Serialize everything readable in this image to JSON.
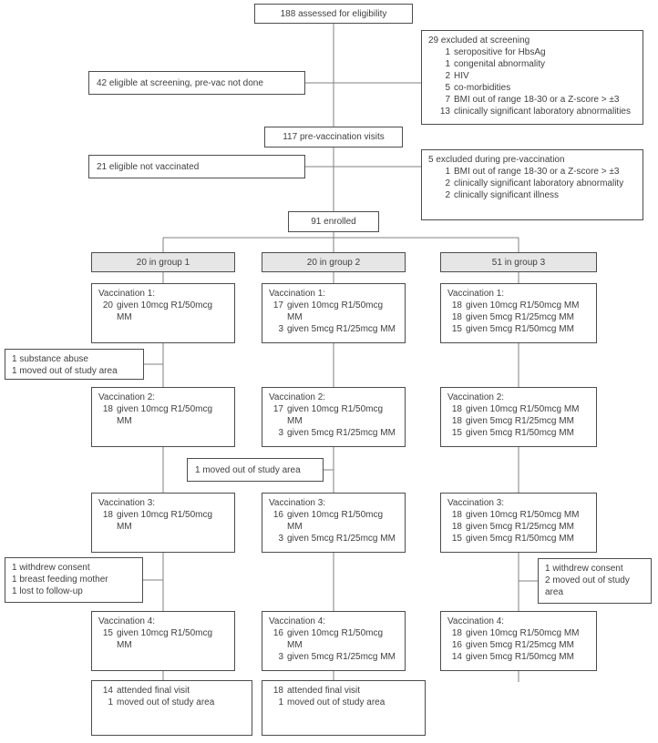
{
  "colors": {
    "box_border": "#4d4d4d",
    "line": "#828282",
    "header_fill": "#e6e6e6",
    "text": "#3f3f3f",
    "background": "#ffffff"
  },
  "top": {
    "assessed": "188 assessed for eligibility",
    "prevac_visits": "117 pre-vaccination visits",
    "enrolled": "91 enrolled"
  },
  "side_left": {
    "eligible_screening": "42 eligible at screening, pre-vac not done",
    "eligible_not_vaccinated": "21 eligible not vaccinated"
  },
  "exclusions": {
    "screening": {
      "title": "29 excluded at screening",
      "items": [
        {
          "n": "1",
          "label": "seropositive for HbsAg"
        },
        {
          "n": "1",
          "label": "congenital abnormality"
        },
        {
          "n": "2",
          "label": "HIV"
        },
        {
          "n": "5",
          "label": "co-morbidities"
        },
        {
          "n": "7",
          "label": "BMI out of range 18-30 or a Z-score > ±3"
        },
        {
          "n": "13",
          "label": "clinically significant laboratory abnormalities"
        }
      ]
    },
    "prevaccination": {
      "title": "5 excluded during pre-vaccination",
      "items": [
        {
          "n": "1",
          "label": "BMI out of range 18-30 or a Z-score > ±3"
        },
        {
          "n": "2",
          "label": "clinically significant laboratory abnormality"
        },
        {
          "n": "2",
          "label": "clinically significant illness"
        }
      ]
    }
  },
  "groups": [
    {
      "header": "20 in group 1",
      "vaccinations": [
        {
          "title": "Vaccination 1:",
          "doses": [
            {
              "n": "20",
              "label": "given 10mcg R1/50mcg MM"
            }
          ]
        },
        {
          "title": "Vaccination 2:",
          "doses": [
            {
              "n": "18",
              "label": "given 10mcg R1/50mcg MM"
            }
          ]
        },
        {
          "title": "Vaccination 3:",
          "doses": [
            {
              "n": "18",
              "label": "given 10mcg R1/50mcg MM"
            }
          ]
        },
        {
          "title": "Vaccination 4:",
          "doses": [
            {
              "n": "15",
              "label": "given 10mcg R1/50mcg MM"
            }
          ]
        }
      ],
      "final": [
        {
          "n": "14",
          "label": "attended final visit"
        },
        {
          "n": "1",
          "label": "moved out of study area"
        }
      ]
    },
    {
      "header": "20 in group 2",
      "vaccinations": [
        {
          "title": "Vaccination 1:",
          "doses": [
            {
              "n": "17",
              "label": "given 10mcg R1/50mcg MM"
            },
            {
              "n": "3",
              "label": "given 5mcg R1/25mcg MM"
            }
          ]
        },
        {
          "title": "Vaccination 2:",
          "doses": [
            {
              "n": "17",
              "label": "given 10mcg R1/50mcg MM"
            },
            {
              "n": "3",
              "label": "given 5mcg R1/25mcg MM"
            }
          ]
        },
        {
          "title": "Vaccination 3:",
          "doses": [
            {
              "n": "16",
              "label": "given 10mcg R1/50mcg MM"
            },
            {
              "n": "3",
              "label": "given 5mcg R1/25mcg MM"
            }
          ]
        },
        {
          "title": "Vaccination 4:",
          "doses": [
            {
              "n": "16",
              "label": "given 10mcg R1/50mcg MM"
            },
            {
              "n": "3",
              "label": "given 5mcg R1/25mcg MM"
            }
          ]
        }
      ],
      "final": [
        {
          "n": "18",
          "label": "attended final visit"
        },
        {
          "n": "1",
          "label": "moved out of study area"
        }
      ]
    },
    {
      "header": "51 in group 3",
      "vaccinations": [
        {
          "title": "Vaccination 1:",
          "doses": [
            {
              "n": "18",
              "label": "given 10mcg R1/50mcg MM"
            },
            {
              "n": "18",
              "label": "given 5mcg R1/25mcg MM"
            },
            {
              "n": "15",
              "label": "given 5mcg R1/50mcg MM"
            }
          ]
        },
        {
          "title": "Vaccination 2:",
          "doses": [
            {
              "n": "18",
              "label": "given 10mcg R1/50mcg MM"
            },
            {
              "n": "18",
              "label": "given 5mcg R1/25mcg MM"
            },
            {
              "n": "15",
              "label": "given 5mcg R1/50mcg MM"
            }
          ]
        },
        {
          "title": "Vaccination 3:",
          "doses": [
            {
              "n": "18",
              "label": "given 10mcg R1/50mcg MM"
            },
            {
              "n": "18",
              "label": "given 5mcg R1/25mcg MM"
            },
            {
              "n": "15",
              "label": "given 5mcg R1/50mcg MM"
            }
          ]
        },
        {
          "title": "Vaccination 4:",
          "doses": [
            {
              "n": "18",
              "label": "given 10mcg R1/50mcg MM"
            },
            {
              "n": "16",
              "label": "given 5mcg R1/25mcg MM"
            },
            {
              "n": "14",
              "label": "given 5mcg R1/50mcg MM"
            }
          ]
        }
      ]
    }
  ],
  "dropouts": {
    "group1_after_v1": [
      "1 substance abuse",
      "1 moved out of study area"
    ],
    "group2_after_v2": [
      "1 moved out of study area"
    ],
    "group1_after_v3": [
      "1 withdrew consent",
      "1 breast feeding mother",
      "1 lost to follow-up"
    ],
    "group3_after_v3": [
      "1 withdrew consent",
      "2 moved out of study area"
    ]
  }
}
